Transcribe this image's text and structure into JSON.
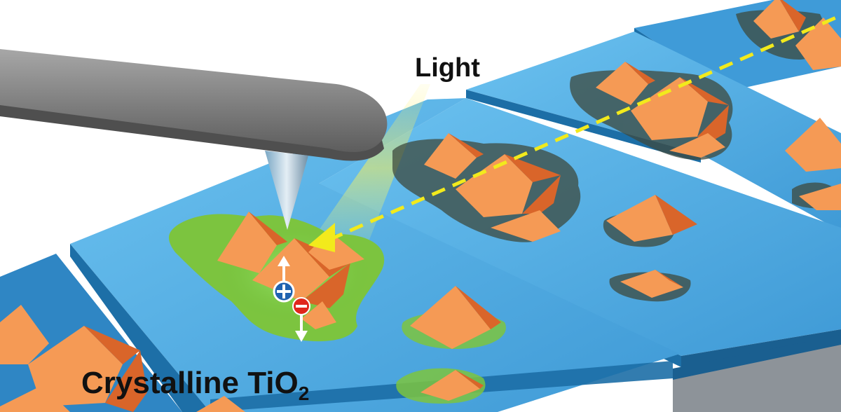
{
  "labels": {
    "light": "Light",
    "material_main": "Crystalline TiO",
    "material_subscript": "2"
  },
  "symbols": {
    "hole": "+",
    "electron": "−"
  },
  "colors": {
    "substrate_top": "#4ea8de",
    "substrate_side": "#1f78b4",
    "substrate_base": "#8d9399",
    "crystal_face_light": "#f59a55",
    "crystal_face_dark": "#d9652a",
    "active_region": "#6cbf3a",
    "shadow": "#3b4a3a",
    "probe": "#8c8c8c",
    "beam_line": "#f2ea1c",
    "hole_marker": "#1f62b0",
    "electron_marker": "#e0261c"
  }
}
